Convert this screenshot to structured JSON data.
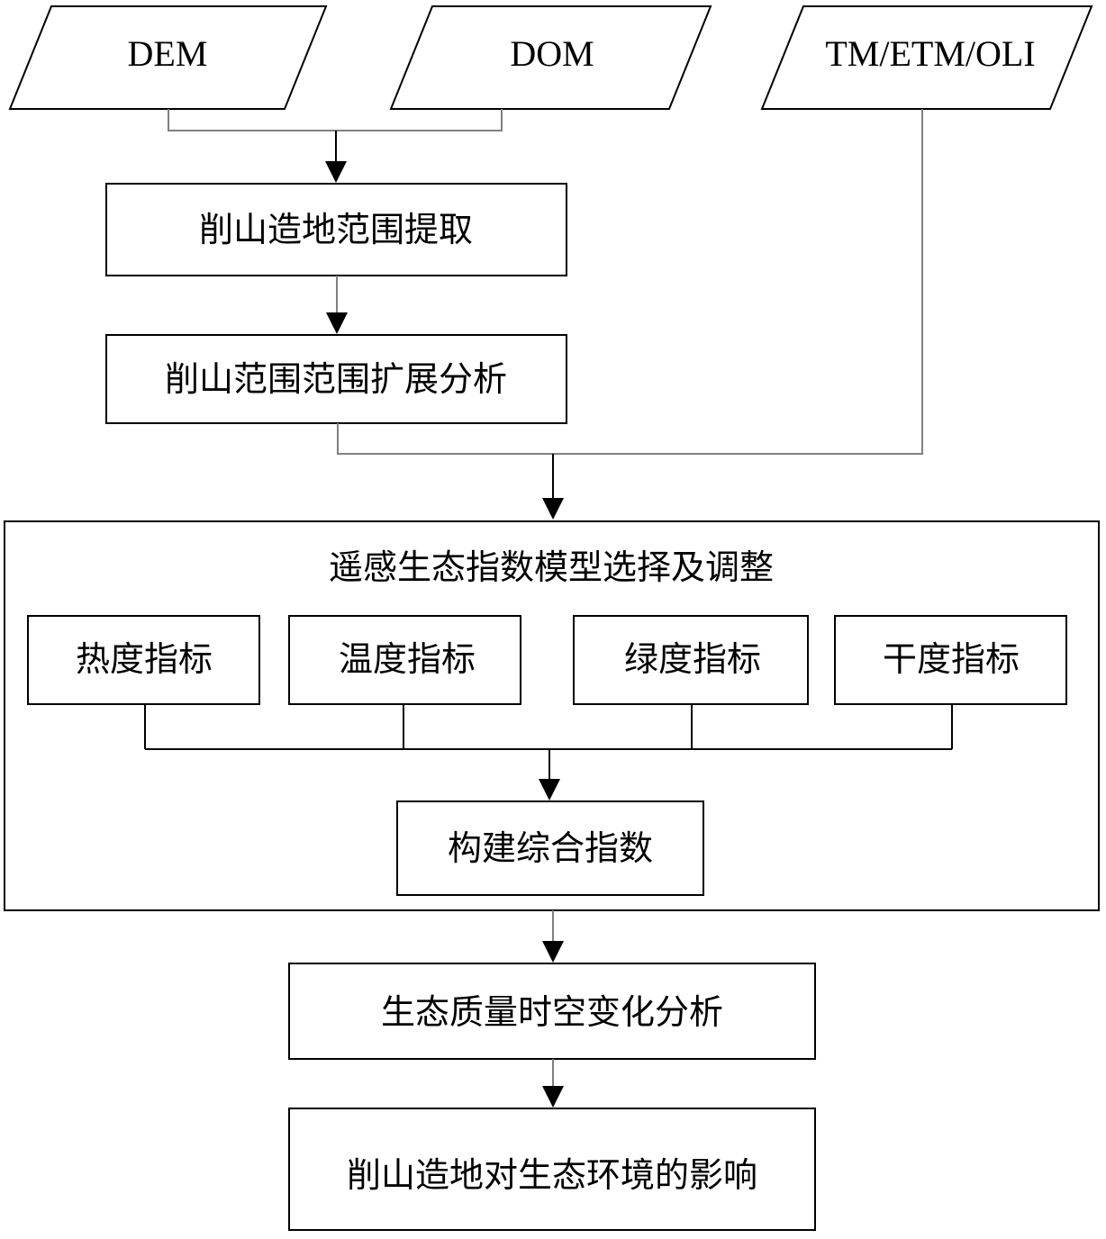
{
  "inputs": {
    "dem": "DEM",
    "dom": "DOM",
    "tm": "TM/ETM/OLI"
  },
  "steps": {
    "extract": "削山造地范围提取",
    "expansion": "削山范围范围扩展分析"
  },
  "model": {
    "title": "遥感生态指数模型选择及调整",
    "indicators": [
      "热度指标",
      "温度指标",
      "绿度指标",
      "干度指标"
    ],
    "composite": "构建综合指数"
  },
  "analysis": {
    "change": "生态质量时空变化分析",
    "impact": "削山造地对生态环境的影响"
  }
}
